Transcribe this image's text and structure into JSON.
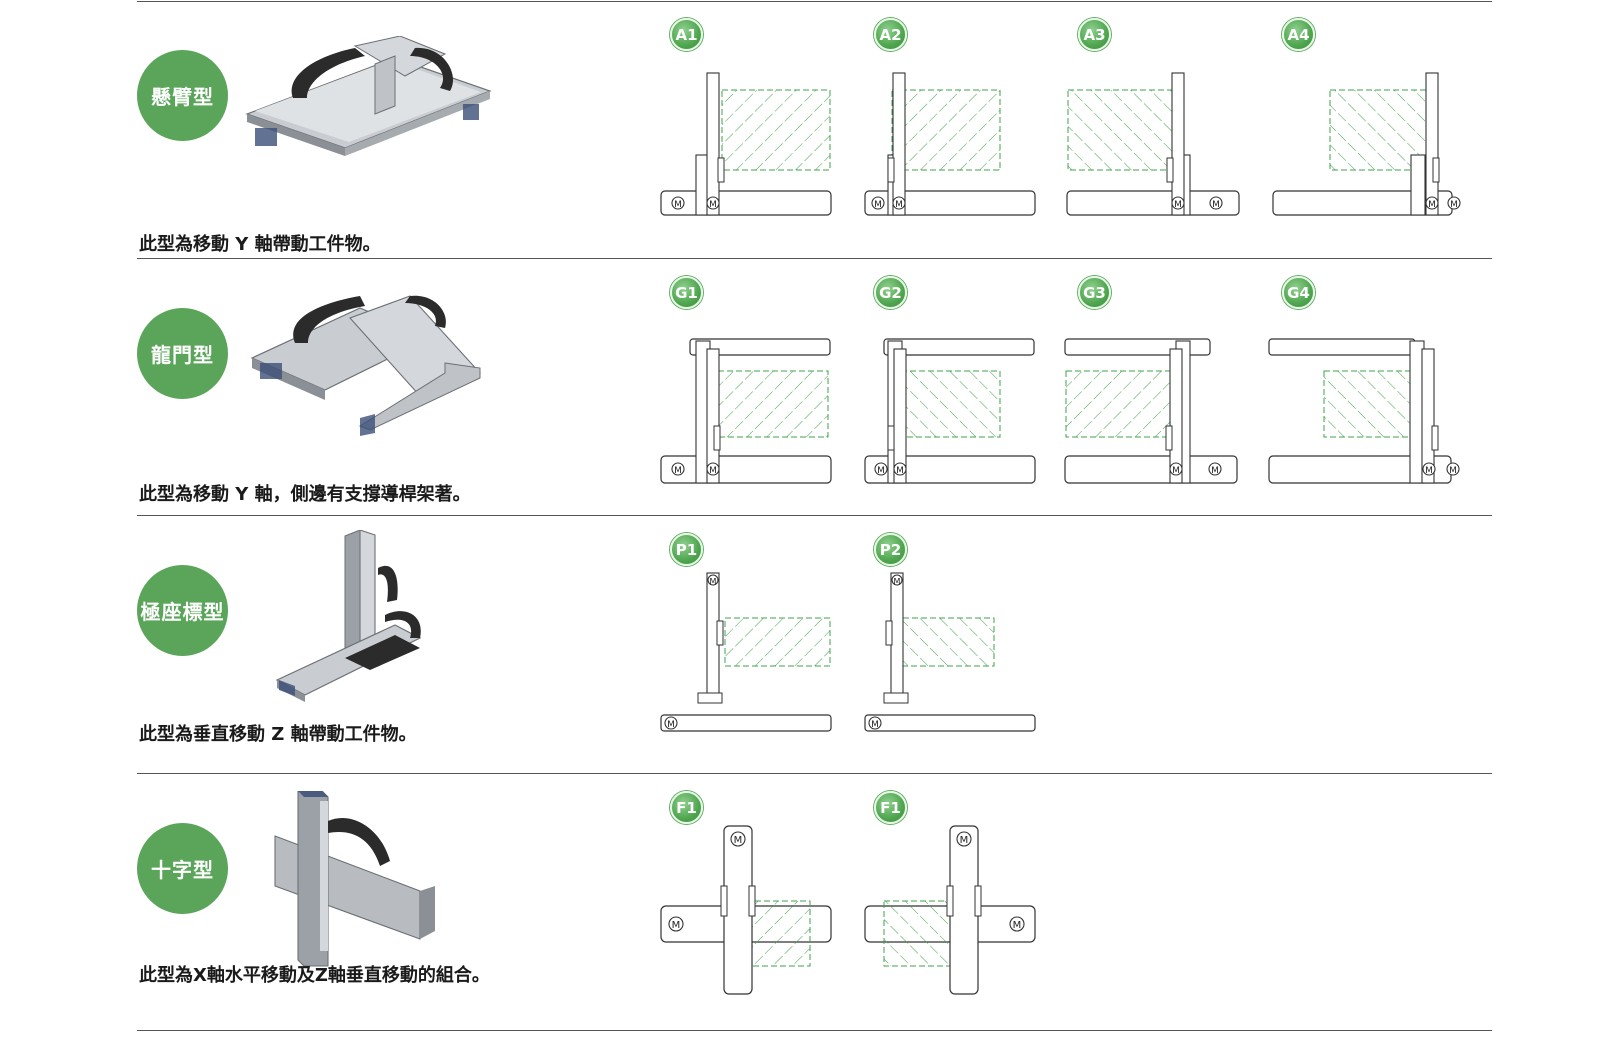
{
  "rows": [
    {
      "type_label": "懸臂型",
      "description": "此型為移動 Y 軸帶動工件物。",
      "diagrams": [
        "A1",
        "A2",
        "A3",
        "A4"
      ]
    },
    {
      "type_label": "龍門型",
      "description": "此型為移動 Y 軸，側邊有支撐導桿架著。",
      "diagrams": [
        "G1",
        "G2",
        "G3",
        "G4"
      ]
    },
    {
      "type_label": "極座標型",
      "description": "此型為垂直移動 Z 軸帶動工件物。",
      "diagrams": [
        "P1",
        "P2"
      ]
    },
    {
      "type_label": "十字型",
      "description": "此型為X軸水平移動及Z軸垂直移動的組合。",
      "diagrams": [
        "F1",
        "F1"
      ]
    }
  ],
  "motor_symbol": "M",
  "colors": {
    "badge_green": "#5aa55a",
    "hatch_green": "#3fa34a",
    "line": "#333333"
  }
}
